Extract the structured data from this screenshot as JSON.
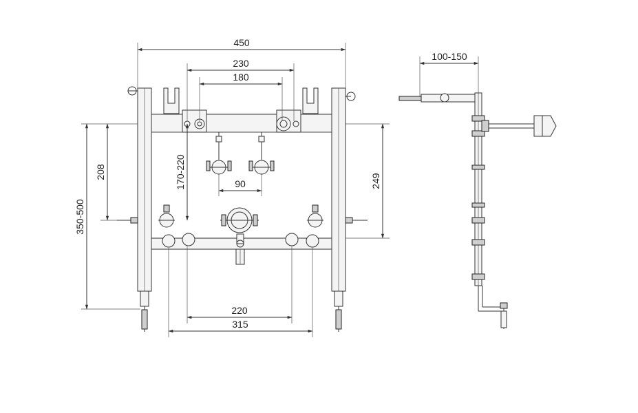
{
  "front_view": {
    "dimensions": {
      "overall_width": "450",
      "outer_hole_spacing": "230",
      "inner_hole_spacing": "180",
      "supply_spacing": "90",
      "height_adjust": "170-220",
      "drain_height": "208",
      "frame_height": "350-500",
      "bottom_inner": "220",
      "bottom_outer": "315",
      "right_height": "249"
    }
  },
  "side_view": {
    "dimensions": {
      "depth_adjust": "100-150"
    }
  },
  "colors": {
    "line": "#333333",
    "fill": "#f4f4f4",
    "text": "#222222"
  }
}
